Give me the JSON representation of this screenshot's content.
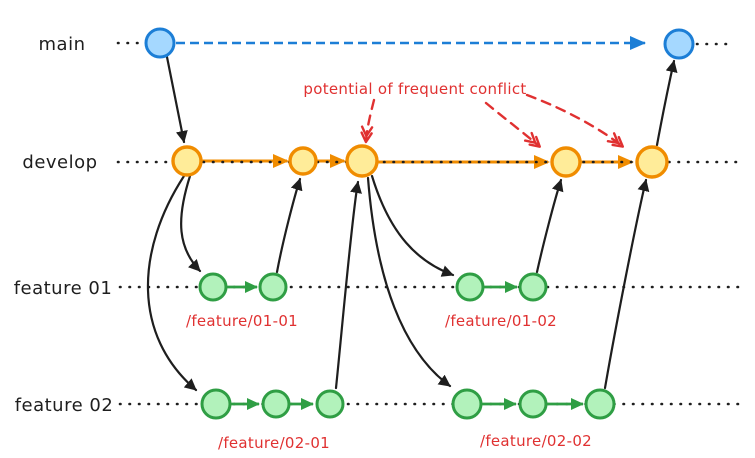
{
  "diagram": {
    "type": "git-branching-flow",
    "annotation": "potential of frequent conflict",
    "branches": [
      {
        "name": "main",
        "commit_count": 2
      },
      {
        "name": "develop",
        "commit_count": 5
      },
      {
        "name": "feature 01",
        "commit_count": 4,
        "branch_labels": [
          {
            "label": "/feature/01-01",
            "commits": 2
          },
          {
            "label": "/feature/01-02",
            "commits": 2
          }
        ]
      },
      {
        "name": "feature 02",
        "commit_count": 6,
        "branch_labels": [
          {
            "label": "/feature/02-01",
            "commits": 3
          },
          {
            "label": "/feature/02-02",
            "commits": 3
          }
        ]
      }
    ]
  },
  "colors": {
    "ink": "#1e1e1e",
    "red": "#e03131",
    "blue_stroke": "#1c7ed6",
    "blue_fill": "#a5d8ff",
    "orange_stroke": "#f08c00",
    "orange_fill": "#ffec99",
    "green_stroke": "#2f9e44",
    "green_fill": "#b2f2bb",
    "background": "#ffffff"
  }
}
